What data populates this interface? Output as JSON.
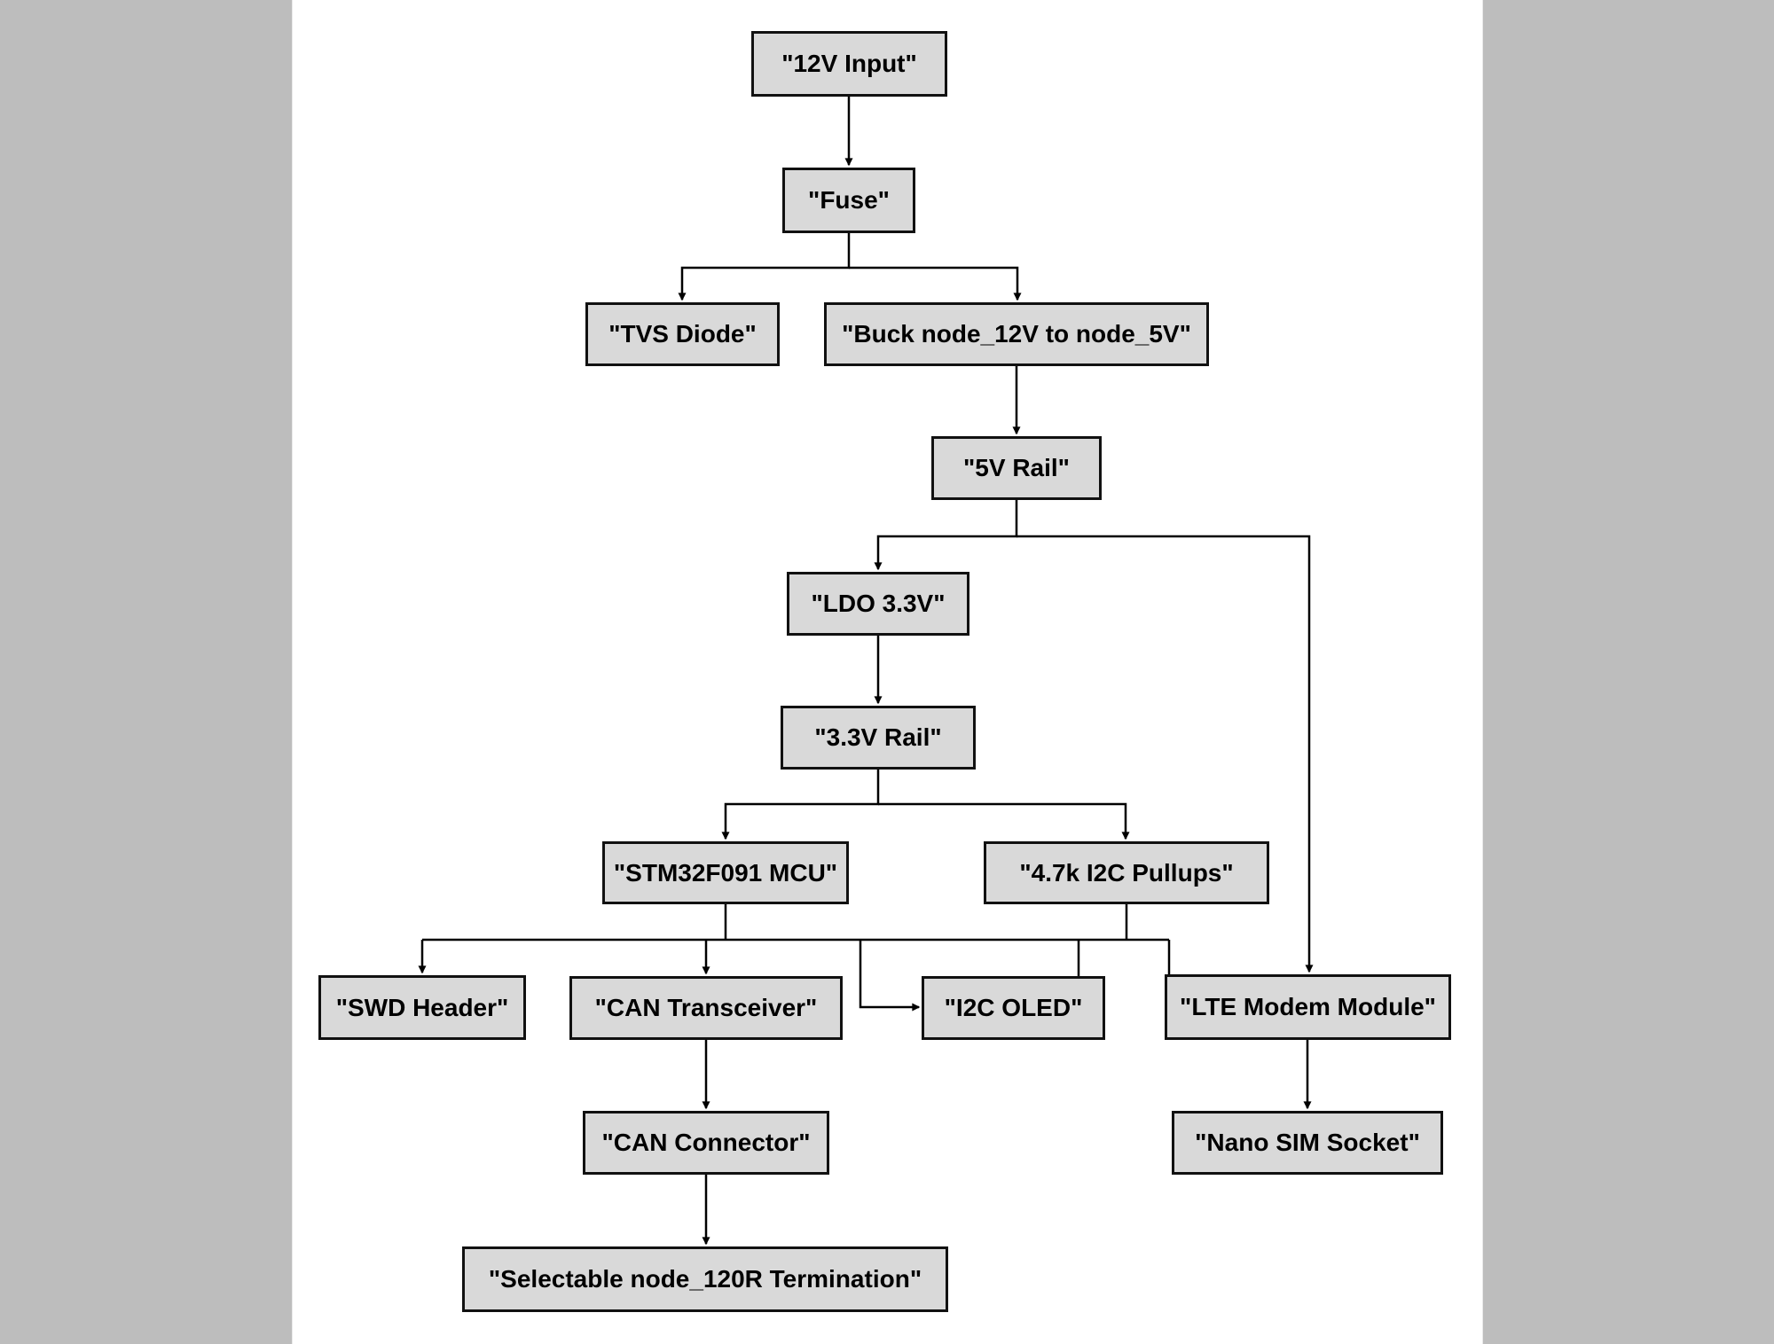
{
  "diagram": {
    "type": "flowchart",
    "background_color": "#ffffff",
    "sidebar_color": "#bdbdbd",
    "node_fill": "#d9d9d9",
    "node_border_color": "#111111",
    "edge_color": "#000000",
    "nodes": [
      {
        "id": "12v_input",
        "label": "\"12V Input\""
      },
      {
        "id": "fuse",
        "label": "\"Fuse\""
      },
      {
        "id": "tvs_diode",
        "label": "\"TVS Diode\""
      },
      {
        "id": "buck",
        "label": "\"Buck node_12V to node_5V\""
      },
      {
        "id": "5v_rail",
        "label": "\"5V Rail\""
      },
      {
        "id": "ldo_33",
        "label": "\"LDO 3.3V\""
      },
      {
        "id": "33v_rail",
        "label": "\"3.3V Rail\""
      },
      {
        "id": "mcu",
        "label": "\"STM32F091 MCU\""
      },
      {
        "id": "i2c_pullups",
        "label": "\"4.7k I2C Pullups\""
      },
      {
        "id": "swd_header",
        "label": "\"SWD Header\""
      },
      {
        "id": "can_transceiver",
        "label": "\"CAN Transceiver\""
      },
      {
        "id": "i2c_oled",
        "label": "\"I2C OLED\""
      },
      {
        "id": "lte_modem",
        "label": "\"LTE Modem Module\""
      },
      {
        "id": "can_connector",
        "label": "\"CAN Connector\""
      },
      {
        "id": "nano_sim",
        "label": "\"Nano SIM Socket\""
      },
      {
        "id": "termination",
        "label": "\"Selectable node_120R Termination\""
      }
    ],
    "edges": [
      {
        "from": "12v_input",
        "to": "fuse"
      },
      {
        "from": "fuse",
        "to": "tvs_diode"
      },
      {
        "from": "fuse",
        "to": "buck"
      },
      {
        "from": "buck",
        "to": "5v_rail"
      },
      {
        "from": "5v_rail",
        "to": "ldo_33"
      },
      {
        "from": "5v_rail",
        "to": "lte_modem"
      },
      {
        "from": "ldo_33",
        "to": "33v_rail"
      },
      {
        "from": "33v_rail",
        "to": "mcu"
      },
      {
        "from": "33v_rail",
        "to": "i2c_pullups"
      },
      {
        "from": "mcu",
        "to": "swd_header"
      },
      {
        "from": "mcu",
        "to": "can_transceiver"
      },
      {
        "from": "mcu",
        "to": "i2c_oled"
      },
      {
        "from": "i2c_pullups",
        "to": "i2c_oled"
      },
      {
        "from": "mcu",
        "to": "lte_modem"
      },
      {
        "from": "can_transceiver",
        "to": "can_connector"
      },
      {
        "from": "lte_modem",
        "to": "nano_sim"
      },
      {
        "from": "can_connector",
        "to": "termination"
      }
    ]
  }
}
